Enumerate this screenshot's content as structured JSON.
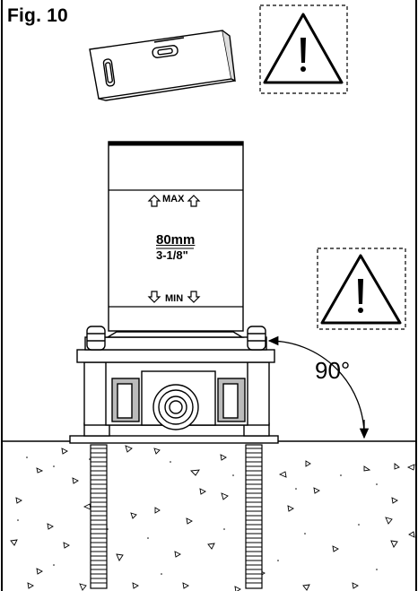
{
  "figure_label": "Fig. 10",
  "level_marks": {
    "max": "MAX",
    "min": "MIN"
  },
  "depth": {
    "metric": "80mm",
    "imperial": "3-1/8\""
  },
  "angle_label": "90°",
  "icons": [
    "warning-triangle-icon",
    "spirit-level-icon"
  ]
}
